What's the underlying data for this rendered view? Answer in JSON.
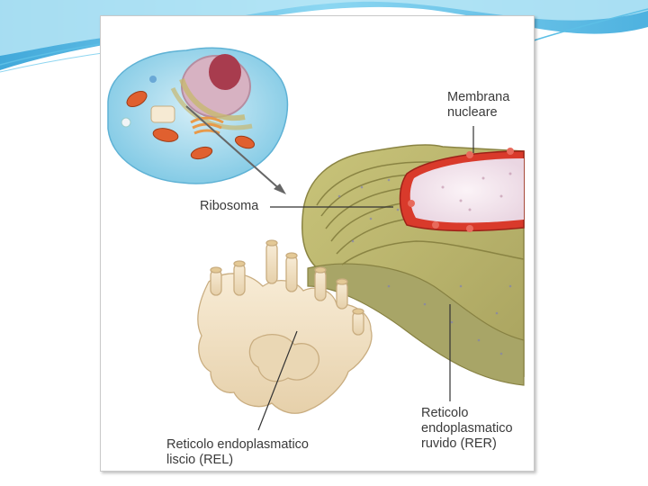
{
  "slide": {
    "accent_color": "#4fb7e3",
    "background_color": "#ffffff"
  },
  "figure": {
    "labels": {
      "nuclear_membrane": "Membrana\nnucleare",
      "ribosome": "Ribosoma",
      "rough_er": "Reticolo\nendoplasmatico\nruvido (RER)",
      "smooth_er": "Reticolo endoplasmatico\nliscio (REL)"
    },
    "colors": {
      "rer": "#b8b46c",
      "rer_edge": "#8a8443",
      "rel": "#f1e0c2",
      "rel_edge": "#c9ad80",
      "nucleus_membrane": "#d93a2b",
      "nucleus_inner": "#f3e7ee",
      "cell_cytoplasm": "#9fd7ec",
      "leader_line": "#333333"
    }
  }
}
